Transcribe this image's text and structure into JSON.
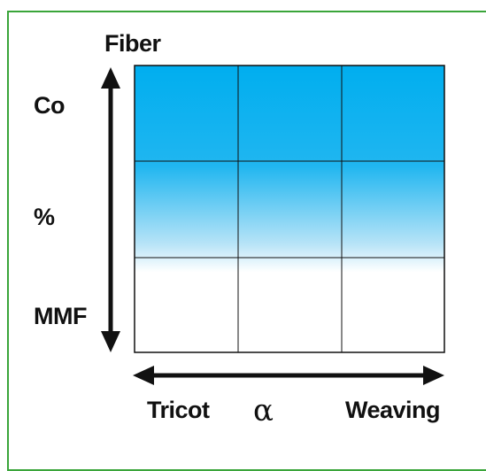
{
  "diagram": {
    "title": "Fiber",
    "y_labels": {
      "top": "Co",
      "middle": "%",
      "bottom": "MMF"
    },
    "x_labels": {
      "left": "Tricot",
      "middle": "α",
      "right": "Weaving"
    },
    "grid": {
      "rows": 3,
      "cols": 3
    },
    "colors": {
      "gradient_top": "#00aeef",
      "gradient_mid": "#9fd8f3",
      "gradient_bottom": "#ffffff",
      "frame": "#3aa53a",
      "lines": "#111111"
    }
  }
}
